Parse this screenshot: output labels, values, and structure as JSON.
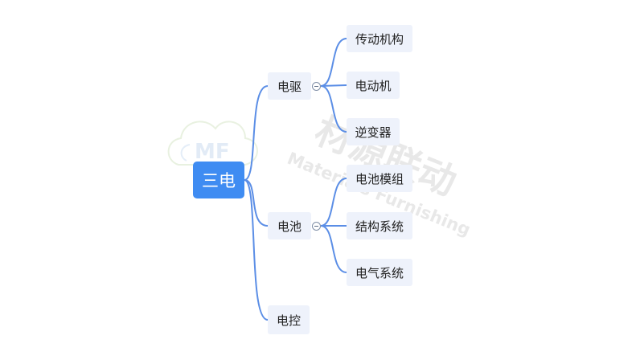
{
  "colors": {
    "link": "#5b8ee6",
    "root_bg": "#3f8cf2",
    "node_bg": "#eef2fb",
    "watermark": "#e7e7e7"
  },
  "root": {
    "label": "三电"
  },
  "branches": [
    {
      "label": "电驱",
      "collapse_icon": "minus-circle-icon",
      "children": [
        {
          "label": "传动机构"
        },
        {
          "label": "电动机"
        },
        {
          "label": "逆变器"
        }
      ]
    },
    {
      "label": "电池",
      "collapse_icon": "minus-circle-icon",
      "children": [
        {
          "label": "电池模组"
        },
        {
          "label": "结构系统"
        },
        {
          "label": "电气系统"
        }
      ]
    },
    {
      "label": "电控",
      "children": []
    }
  ],
  "watermark": {
    "title": "材源联动",
    "subtitle": "Materials Furnishing",
    "logo_text": "MF"
  }
}
